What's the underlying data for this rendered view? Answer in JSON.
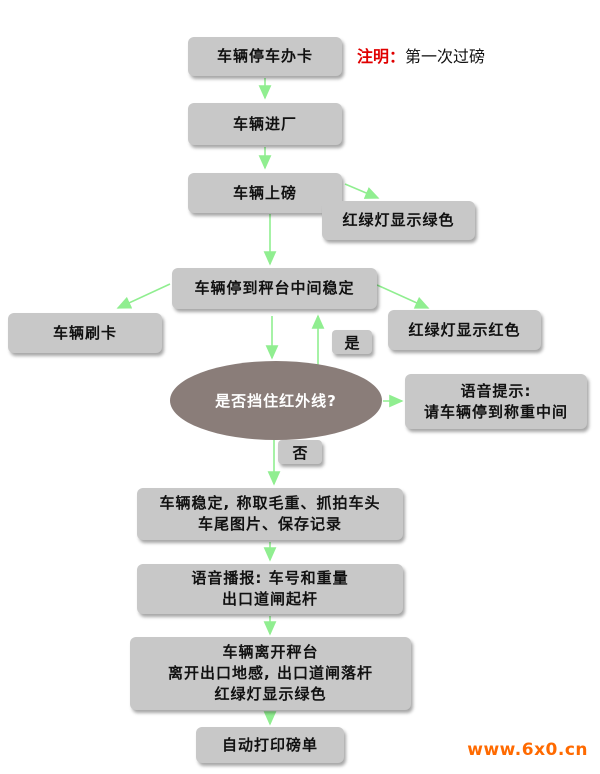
{
  "note": {
    "label": "注明：",
    "text": "第一次过磅"
  },
  "nodes": {
    "park_card": "车辆停车办卡",
    "enter": "车辆进厂",
    "on_scale": "车辆上磅",
    "light_green_1": "红绿灯显示绿色",
    "stop_center": "车辆停到秤台中间稳定",
    "swipe_card": "车辆刷卡",
    "light_red": "红绿灯显示红色",
    "decision": "是否挡住红外线?",
    "yes": "是",
    "no": "否",
    "voice_prompt": "语音提示:\n请车辆停到称重中间",
    "weigh": "车辆稳定, 称取毛重、抓拍车头\n车尾图片、保存记录",
    "broadcast": "语音播报: 车号和重量\n出口道闸起杆",
    "leave": "车辆离开秤台\n离开出口地感, 出口道闸落杆\n红绿灯显示绿色",
    "print": "自动打印磅单"
  },
  "watermark": "www.6x0.cn",
  "colors": {
    "box": "#c8c8c8",
    "ellipse": "#8a7d79",
    "arrow": "#90ee90",
    "note_red": "#e00000",
    "watermark": "#ff6a00"
  }
}
